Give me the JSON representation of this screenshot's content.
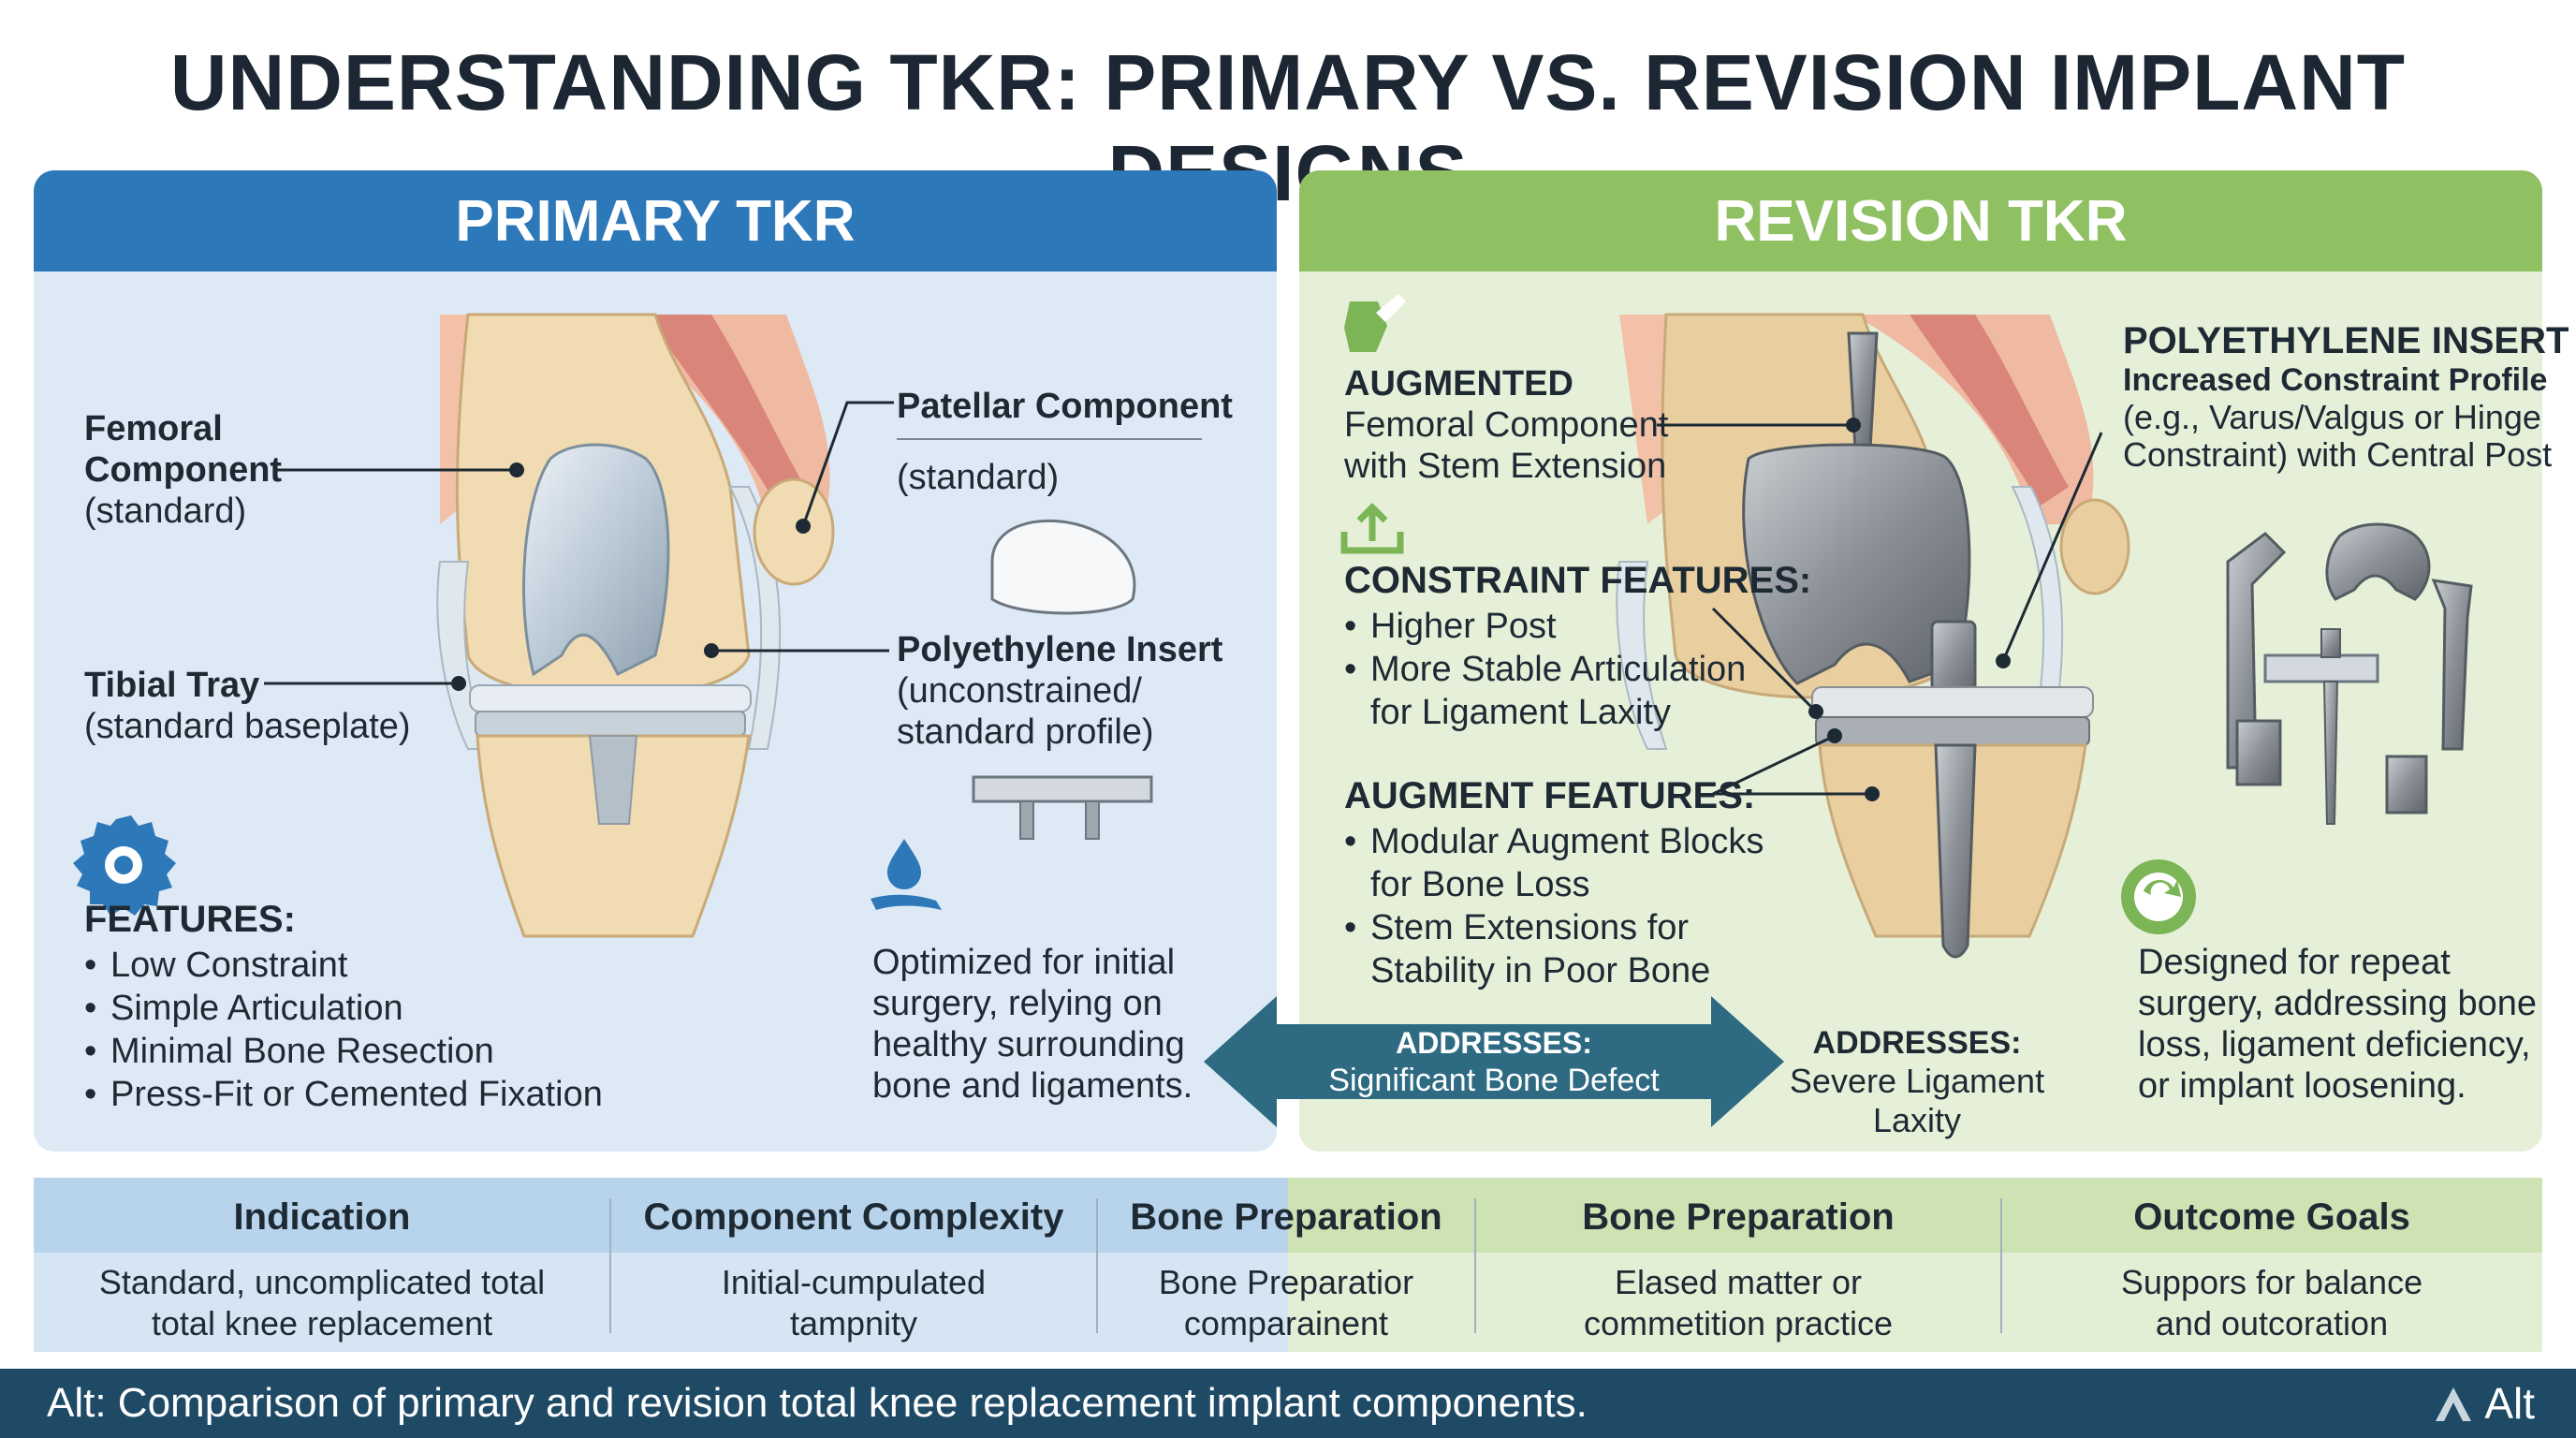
{
  "title": "UNDERSTANDING TKR: PRIMARY VS. REVISION IMPLANT DESIGNS",
  "colors": {
    "primary_header": "#2c78b8",
    "revision_header": "#8fc062",
    "primary_bg": "#dde9f4",
    "revision_bg": "#e6f0d9",
    "arrow": "#2e6a82",
    "footer": "#1f4a66"
  },
  "primary": {
    "header": "PRIMARY TKR",
    "femoral": {
      "name1": "Femoral",
      "name2": "Component",
      "desc": "(standard)"
    },
    "tibial": {
      "name": "Tibial Tray",
      "desc": "(standard baseplate)"
    },
    "patellar": {
      "name": "Patellar Component",
      "desc": "(standard)"
    },
    "insert": {
      "name": "Polyethylene Insert",
      "desc1": "(unconstrained/",
      "desc2": "standard profile)"
    },
    "features": {
      "heading": "FEATURES:",
      "items": [
        "Low Constraint",
        "Simple Articulation",
        "Minimal Bone Resection",
        "Press-Fit or Cemented Fixation"
      ]
    },
    "optimized": [
      "Optimized for initial",
      "surgery, relying on",
      "healthy surrounding",
      "bone and ligaments."
    ]
  },
  "revision": {
    "header": "REVISION TKR",
    "augmented": {
      "heading": "AUGMENTED",
      "line1": "Femoral Component",
      "line2": "with Stem Extension"
    },
    "constraint": {
      "heading": "CONSTRAINT FEATURES:",
      "items": [
        "Higher Post",
        "More Stable Articulation",
        "for Ligament Laxity"
      ]
    },
    "augment": {
      "heading": "AUGMENT FEATURES:",
      "items": [
        "Modular Augment Blocks",
        "for Bone Loss",
        "Stem Extensions for",
        "Stability in Poor Bone"
      ]
    },
    "insert": {
      "heading": "POLYETHYLENE INSERT",
      "sub": "Increased Constraint Profile",
      "line1": "(e.g., Varus/Valgus or Hinge",
      "line2": "Constraint) with Central Post"
    },
    "designed": [
      "Designed for repeat",
      "surgery, addressing bone",
      "loss, ligament deficiency,",
      "or implant loosening."
    ]
  },
  "arrow": {
    "heading": "ADDRESSES:",
    "text": "Significant Bone Defect"
  },
  "addresses2": {
    "heading": "ADDRESSES:",
    "line1": "Severe Ligament",
    "line2": "Laxity"
  },
  "table": [
    {
      "header": "Indication",
      "line1": "Standard, uncomplicated total",
      "line2": "total knee replacement"
    },
    {
      "header": "Component Complexity",
      "line1": "Initial-cumpulated",
      "line2": "tampnity"
    },
    {
      "header": "Bone Preparation",
      "line1": "Bone Preparatior",
      "line2": "comparainent"
    },
    {
      "header": "Bone Preparation",
      "line1": "Elased matter or",
      "line2": "commetition practice"
    },
    {
      "header": "Outcome Goals",
      "line1": "Suppors for balance",
      "line2": "and outcoration"
    }
  ],
  "footer": {
    "alt": "Alt: Comparison of primary and revision total knee replacement implant components.",
    "logo": "Alt"
  }
}
